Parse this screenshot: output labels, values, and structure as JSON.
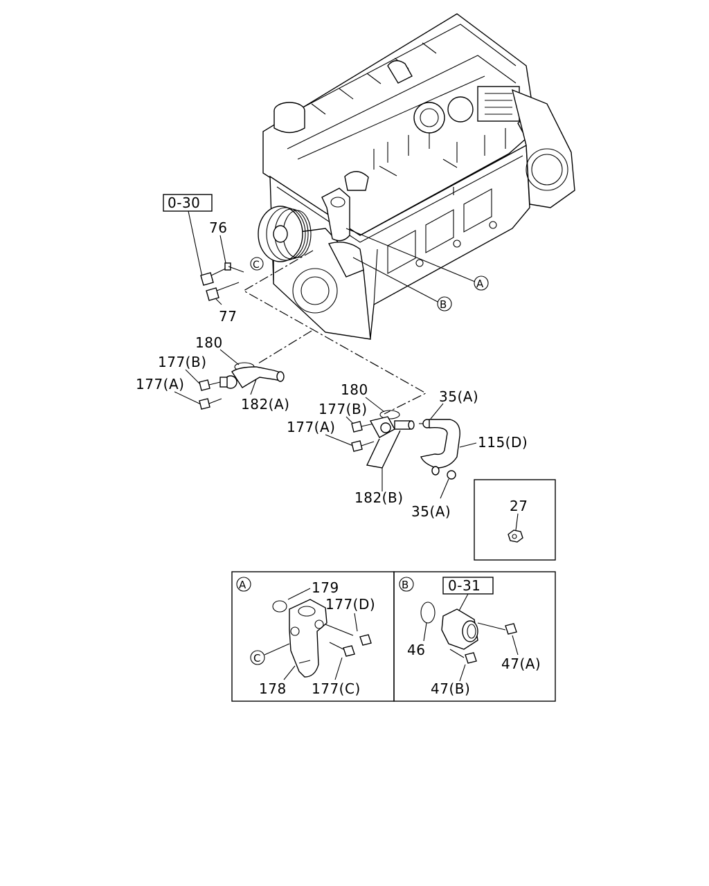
{
  "callouts": {
    "ref_030": "0-30",
    "p76": "76",
    "p77": "77",
    "p180_a": "180",
    "p177b_a": "177(B)",
    "p177a_a": "177(A)",
    "p182a": "182(A)",
    "p180_b": "180",
    "p177b_b": "177(B)",
    "p177a_b": "177(A)",
    "p182b": "182(B)",
    "p35a_top": "35(A)",
    "p115d": "115(D)",
    "p35a_bot": "35(A)",
    "p27": "27"
  },
  "markers": {
    "A": "A",
    "B": "B",
    "C": "C"
  },
  "detail_a": {
    "marker": "A",
    "c_marker": "C",
    "p179": "179",
    "p177d": "177(D)",
    "p178": "178",
    "p177c": "177(C)"
  },
  "detail_b": {
    "marker": "B",
    "ref_031": "0-31",
    "p46": "46",
    "p47a": "47(A)",
    "p47b": "47(B)"
  }
}
